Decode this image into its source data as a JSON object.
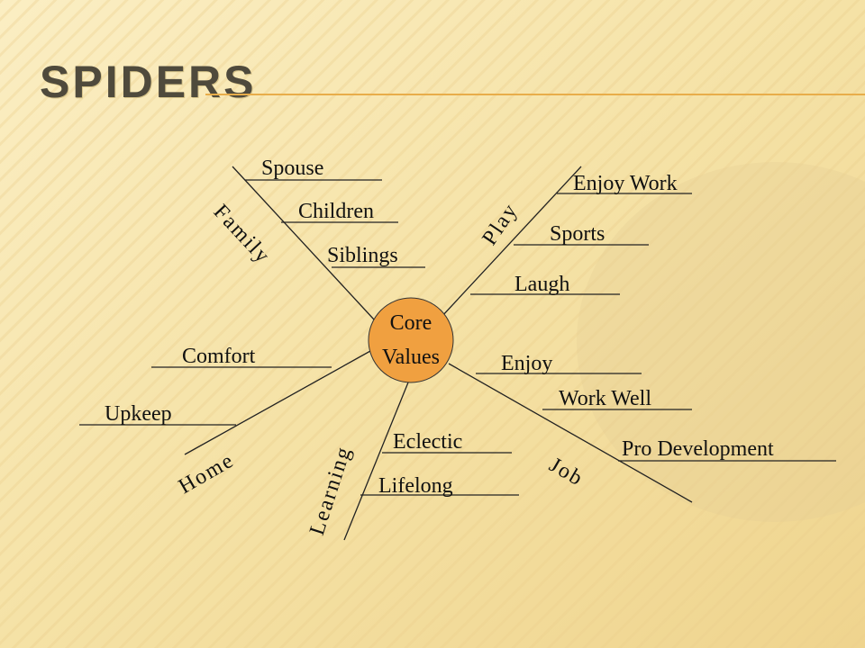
{
  "slide": {
    "title": "Spiders"
  },
  "diagram": {
    "center": {
      "line1": "Core",
      "line2": "Values",
      "color": "#f0a040"
    },
    "branches": {
      "family": "Family",
      "play": "Play",
      "home": "Home",
      "learning": "Learning",
      "job": "Job"
    },
    "items": {
      "spouse": "Spouse",
      "children": "Children",
      "siblings": "Siblings",
      "enjoy_work": "Enjoy Work",
      "sports": "Sports",
      "laugh": "Laugh",
      "comfort": "Comfort",
      "upkeep": "Upkeep",
      "enjoy": "Enjoy",
      "work_well": "Work Well",
      "pro_development": "Pro Development",
      "eclectic": "Eclectic",
      "lifelong": "Lifelong"
    }
  }
}
